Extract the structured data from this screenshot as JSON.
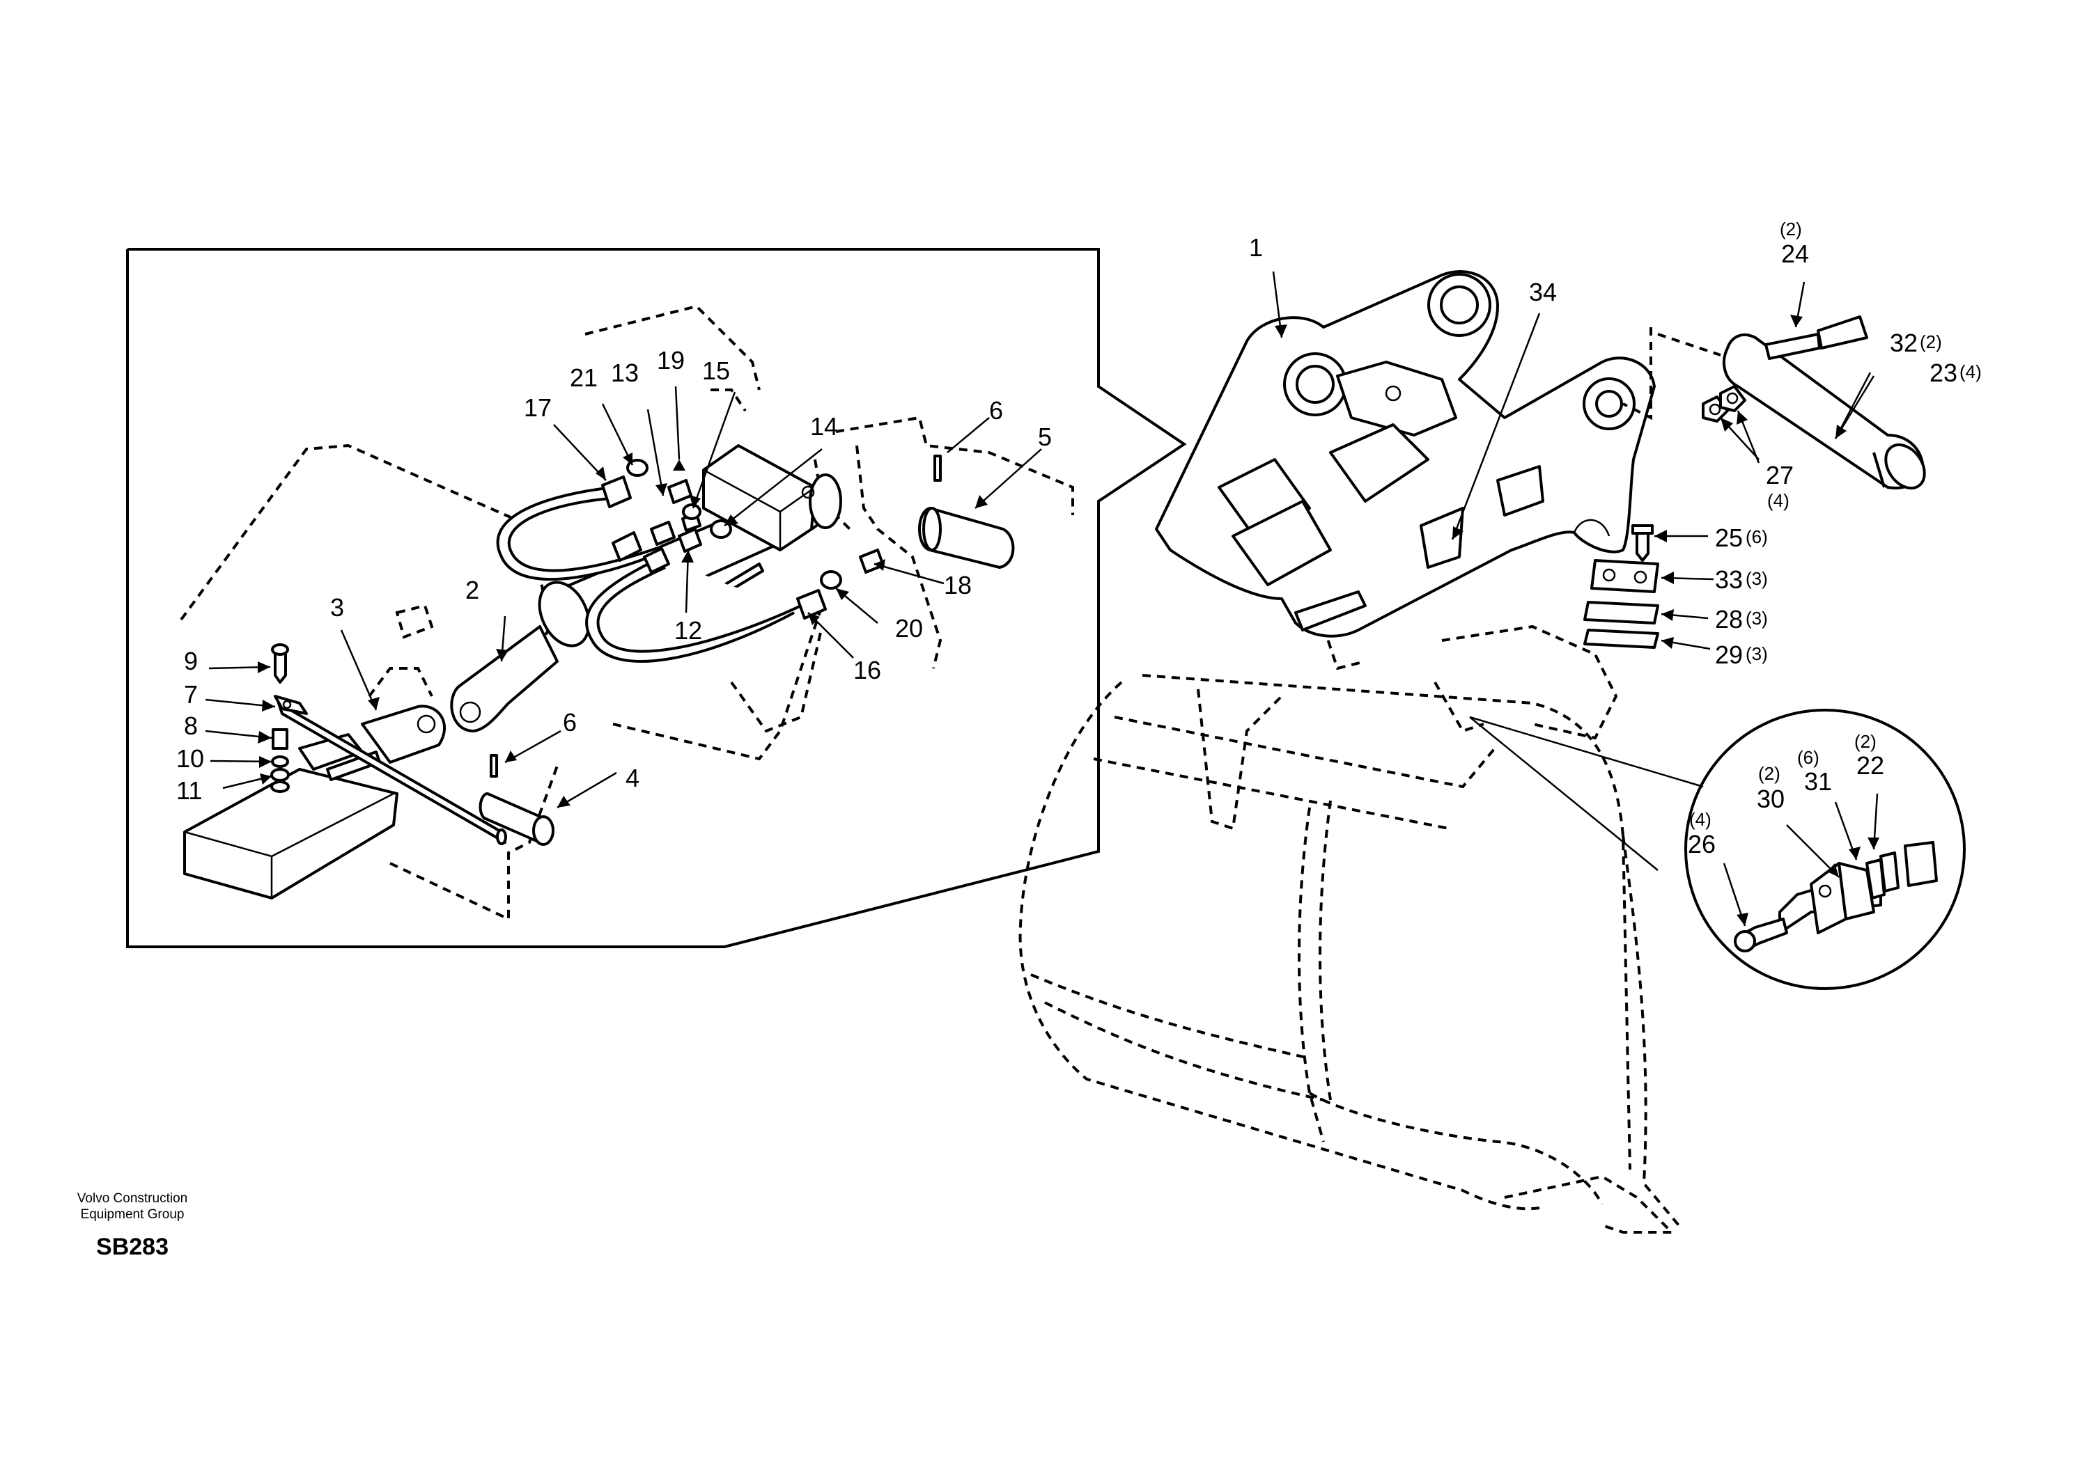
{
  "brand": {
    "line1": "Volvo Construction",
    "line2": "Equipment Group",
    "code": "SB283"
  },
  "callouts": [
    {
      "id": "1",
      "text": "1",
      "qty": ""
    },
    {
      "id": "2",
      "text": "2",
      "qty": ""
    },
    {
      "id": "3",
      "text": "3",
      "qty": ""
    },
    {
      "id": "4",
      "text": "4",
      "qty": ""
    },
    {
      "id": "5",
      "text": "5",
      "qty": ""
    },
    {
      "id": "6a",
      "text": "6",
      "qty": ""
    },
    {
      "id": "6b",
      "text": "6",
      "qty": ""
    },
    {
      "id": "7",
      "text": "7",
      "qty": ""
    },
    {
      "id": "8",
      "text": "8",
      "qty": ""
    },
    {
      "id": "9",
      "text": "9",
      "qty": ""
    },
    {
      "id": "10",
      "text": "10",
      "qty": ""
    },
    {
      "id": "11",
      "text": "11",
      "qty": ""
    },
    {
      "id": "12",
      "text": "12",
      "qty": ""
    },
    {
      "id": "13",
      "text": "13",
      "qty": ""
    },
    {
      "id": "14",
      "text": "14",
      "qty": ""
    },
    {
      "id": "15",
      "text": "15",
      "qty": ""
    },
    {
      "id": "16",
      "text": "16",
      "qty": ""
    },
    {
      "id": "17",
      "text": "17",
      "qty": ""
    },
    {
      "id": "18",
      "text": "18",
      "qty": ""
    },
    {
      "id": "19",
      "text": "19",
      "qty": ""
    },
    {
      "id": "20",
      "text": "20",
      "qty": ""
    },
    {
      "id": "21",
      "text": "21",
      "qty": ""
    },
    {
      "id": "22",
      "text": "22",
      "qty": "(2)"
    },
    {
      "id": "23",
      "text": "23",
      "qty": "(4)"
    },
    {
      "id": "24",
      "text": "24",
      "qty": "(2)"
    },
    {
      "id": "25",
      "text": "25",
      "qty": "(6)"
    },
    {
      "id": "26",
      "text": "26",
      "qty": "(4)"
    },
    {
      "id": "27",
      "text": "27",
      "qty": "(4)"
    },
    {
      "id": "28",
      "text": "28",
      "qty": "(3)"
    },
    {
      "id": "29",
      "text": "29",
      "qty": "(3)"
    },
    {
      "id": "30",
      "text": "30",
      "qty": "(2)"
    },
    {
      "id": "31",
      "text": "31",
      "qty": "(6)"
    },
    {
      "id": "32",
      "text": "32",
      "qty": "(2)"
    },
    {
      "id": "33",
      "text": "33",
      "qty": "(3)"
    },
    {
      "id": "34",
      "text": "34",
      "qty": ""
    }
  ]
}
